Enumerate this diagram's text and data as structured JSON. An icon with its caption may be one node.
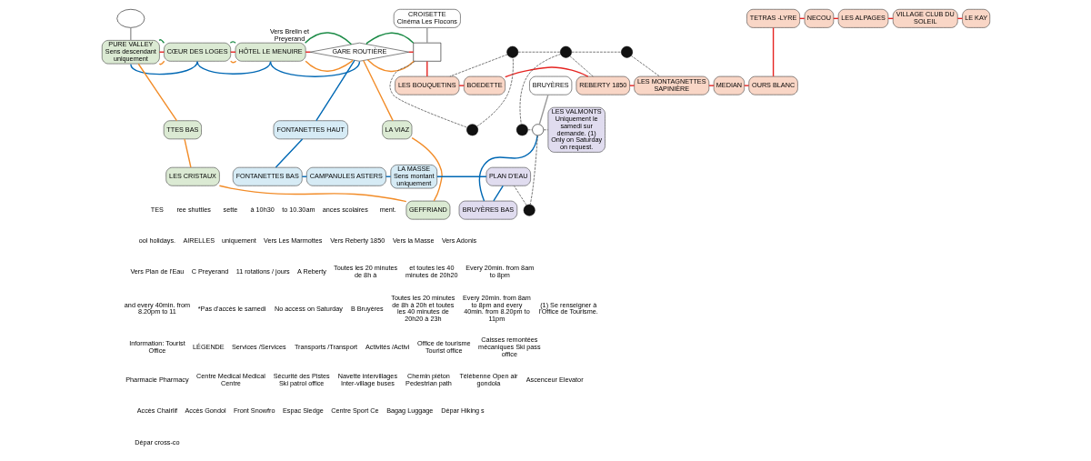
{
  "diagram": {
    "nodes": [
      {
        "text": [],
        "shape": "ellipse"
      },
      {
        "text": [
          "PURE VALLEY",
          "Sens descendant uniquement"
        ]
      },
      {
        "text": [
          "CŒUR DES LOGES"
        ]
      },
      {
        "text": [
          "HÔTEL LE MENUIRE"
        ]
      },
      {
        "text": [
          "CROISETTE",
          "Cinéma Les Flocons"
        ]
      },
      {
        "text": [
          "GARE ROUTIÈRE"
        ],
        "beside": [
          "Vers Brelin et Preyerand"
        ]
      },
      {
        "text": [],
        "shape": "box"
      },
      {
        "text": [
          "TTES BAS"
        ]
      },
      {
        "text": [
          "LES CRISTAUX"
        ]
      },
      {
        "text": [
          "GEFFRIAND"
        ]
      },
      {
        "text": [
          "LA VIAZ"
        ]
      },
      {
        "text": [
          "FONTANETTES HAUT"
        ]
      },
      {
        "text": [
          "FONTANETTES BAS"
        ]
      },
      {
        "text": [
          "CAMPANULES ASTERS"
        ]
      },
      {
        "text": [
          "LA MASSE",
          "Sens montant uniquement"
        ]
      },
      {
        "text": [
          "PLAN D'EAU"
        ]
      },
      {
        "text": [
          "BRUYÈRES BAS"
        ]
      },
      {
        "text": [
          "BRUYÈRES"
        ]
      },
      {
        "text": [],
        "shape": "circle"
      },
      {
        "text": [
          "LES VALMONTS",
          "Uniquement le samedi sur demande. (1)",
          "Only on Saturday on request."
        ]
      },
      {
        "text": [
          "LES BOUQUETINS"
        ]
      },
      {
        "text": [
          "BOEDETTE"
        ]
      },
      {
        "text": [
          "REBERTY 1850"
        ]
      },
      {
        "text": [
          "LES MONTAGNETTES SAPINIÈRE"
        ]
      },
      {
        "text": [
          "MEDIAN"
        ]
      },
      {
        "text": [
          "OURS BLANC"
        ]
      },
      {
        "text": [
          "TETRAS -LYRE"
        ]
      },
      {
        "text": [
          "NECOU"
        ]
      },
      {
        "text": [
          "LES ALPAGES"
        ]
      },
      {
        "text": [
          "VILLAGE CLUB DU SOLEIL"
        ]
      },
      {
        "text": [
          "LE KAY"
        ]
      },
      {
        "text": [],
        "shape": "circle"
      },
      {
        "text": [],
        "shape": "circle"
      },
      {
        "text": [],
        "shape": "circle"
      },
      {
        "text": [],
        "shape": "circle"
      },
      {
        "text": [],
        "shape": "circle"
      },
      {
        "text": [],
        "shape": "circle"
      }
    ],
    "edges": [
      {
        "from": 0,
        "to": 1,
        "arrow": "none",
        "color": "#999999"
      },
      {
        "from": 4,
        "to": 6,
        "arrow": "none",
        "color": "#999999"
      },
      {
        "from": 17,
        "to": 18,
        "arrow": "none",
        "color": "#999999"
      },
      {
        "from": 1,
        "to": 2,
        "arrow": "none",
        "color": "#1a8a45"
      },
      {
        "from": 2,
        "to": 3,
        "arrow": "none",
        "color": "#1a8a45"
      },
      {
        "from": 3,
        "to": 5,
        "arrow": "none",
        "color": "#1a8a45"
      },
      {
        "from": 5,
        "to": 6,
        "arrow": "none",
        "color": "#1a8a45"
      },
      {
        "from": 1,
        "to": 2,
        "arrow": "none",
        "color": "#e52421"
      },
      {
        "from": 2,
        "to": 3,
        "arrow": "none",
        "color": "#e52421"
      },
      {
        "from": 3,
        "to": 5,
        "arrow": "none",
        "color": "#e52421"
      },
      {
        "from": 5,
        "to": 6,
        "arrow": "none",
        "color": "#e52421"
      },
      {
        "from": 6,
        "to": 20,
        "arrow": "none",
        "color": "#e52421"
      },
      {
        "from": 20,
        "to": 21,
        "arrow": "none",
        "color": "#e52421"
      },
      {
        "from": 21,
        "to": 22,
        "arrow": "none",
        "color": "#e52421"
      },
      {
        "from": 22,
        "to": 23,
        "arrow": "none",
        "color": "#e52421"
      },
      {
        "from": 23,
        "to": 24,
        "arrow": "none",
        "color": "#e52421"
      },
      {
        "from": 24,
        "to": 25,
        "arrow": "none",
        "color": "#e52421"
      },
      {
        "from": 25,
        "to": 26,
        "arrow": "none",
        "color": "#e52421"
      },
      {
        "from": 26,
        "to": 27,
        "arrow": "none",
        "color": "#e52421"
      },
      {
        "from": 27,
        "to": 28,
        "arrow": "none",
        "color": "#e52421"
      },
      {
        "from": 28,
        "to": 29,
        "arrow": "none",
        "color": "#e52421"
      },
      {
        "from": 29,
        "to": 30,
        "arrow": "none",
        "color": "#e52421"
      },
      {
        "from": 1,
        "to": 2,
        "arrow": "none",
        "color": "#f28c28"
      },
      {
        "from": 2,
        "to": 3,
        "arrow": "none",
        "color": "#f28c28"
      },
      {
        "from": 3,
        "to": 5,
        "arrow": "none",
        "color": "#f28c28"
      },
      {
        "from": 5,
        "to": 6,
        "arrow": "none",
        "color": "#f28c28"
      },
      {
        "from": 1,
        "to": 7,
        "arrow": "none",
        "color": "#f28c28"
      },
      {
        "from": 7,
        "to": 8,
        "arrow": "none",
        "color": "#f28c28"
      },
      {
        "from": 8,
        "to": 9,
        "arrow": "none",
        "color": "#f28c28"
      },
      {
        "from": 9,
        "to": 10,
        "arrow": "none",
        "color": "#f28c28"
      },
      {
        "from": 10,
        "to": 5,
        "arrow": "none",
        "color": "#f28c28"
      },
      {
        "from": 1,
        "to": 2,
        "arrow": "none",
        "color": "#0068b4"
      },
      {
        "from": 2,
        "to": 3,
        "arrow": "none",
        "color": "#0068b4"
      },
      {
        "from": 3,
        "to": 5,
        "arrow": "none",
        "color": "#0068b4"
      },
      {
        "from": 5,
        "to": 11,
        "arrow": "none",
        "color": "#0068b4"
      },
      {
        "from": 11,
        "to": 12,
        "arrow": "none",
        "color": "#0068b4"
      },
      {
        "from": 12,
        "to": 13,
        "arrow": "none",
        "color": "#0068b4"
      },
      {
        "from": 13,
        "to": 14,
        "arrow": "none",
        "color": "#0068b4"
      },
      {
        "from": 14,
        "to": 15,
        "arrow": "none",
        "color": "#0068b4"
      },
      {
        "from": 15,
        "to": 16,
        "arrow": "none",
        "color": "#0068b4"
      },
      {
        "from": 16,
        "to": 18,
        "arrow": "none",
        "color": "#0068b4"
      },
      {
        "from": 18,
        "to": 19,
        "arrow": "none",
        "style": "dashed",
        "color": "#555555"
      },
      {
        "from": 6,
        "to": 31,
        "arrow": "none",
        "style": "dashed",
        "color": "#555555"
      },
      {
        "from": 31,
        "to": 32,
        "arrow": "none",
        "style": "dashed",
        "color": "#555555"
      },
      {
        "from": 32,
        "to": 20,
        "arrow": "none",
        "style": "dashed",
        "color": "#555555"
      },
      {
        "from": 32,
        "to": 33,
        "arrow": "none",
        "style": "dashed",
        "color": "#555555"
      },
      {
        "from": 33,
        "to": 22,
        "arrow": "none",
        "style": "dashed",
        "color": "#555555"
      },
      {
        "from": 33,
        "to": 34,
        "arrow": "none",
        "style": "dashed",
        "color": "#555555"
      },
      {
        "from": 34,
        "to": 23,
        "arrow": "none",
        "style": "dashed",
        "color": "#555555"
      },
      {
        "from": 33,
        "to": 35,
        "arrow": "none",
        "style": "dashed",
        "color": "#555555"
      },
      {
        "from": 35,
        "to": 18,
        "arrow": "none",
        "style": "dashed",
        "color": "#555555"
      },
      {
        "from": 18,
        "to": 36,
        "arrow": "none",
        "style": "dashed",
        "color": "#555555"
      },
      {
        "from": 36,
        "to": 15,
        "arrow": "none",
        "style": "dashed",
        "color": "#555555"
      }
    ],
    "labels": [
      "TES",
      "ree shuttles",
      "sette",
      "à 10h30",
      "to 10.30am",
      "ances scolaires",
      "ment.",
      "ool holidays.",
      "AIRELLES",
      "uniquement",
      "Vers Les Marmottes",
      "Vers Reberty 1850",
      "Vers la Masse",
      "Vers Adonis",
      "Vers Plan de l'Eau",
      "C Preyerand",
      "11 rotations / jours",
      "A Reberty",
      "Toutes les 20 minutes de 8h à",
      "et toutes les 40 minutes de 20h20",
      "Every 20min. from 8am to 8pm",
      "and every 40min. from 8.20pm to 11",
      "*Pas d'accès le samedi",
      "No access on Saturday",
      "B Bruyères",
      "Toutes les 20 minutes de 8h à 20h et toutes les 40 minutes de 20h20 à 23h",
      "Every 20min. from 8am to 8pm and every 40min. from 8.20pm to 11pm",
      "(1) Se renseigner à l'Office de Tourisme.",
      "Information: Tourist Office",
      "LÉGENDE",
      "Services /Services",
      "Transports /Transport",
      "Activités /Activi"
    ],
    "legend": [
      {
        "text": "Office de tourisme Tourist office"
      },
      {
        "text": "Caisses remontées mécaniques Ski pass office"
      },
      {
        "text": "Pharmacie Pharmacy"
      },
      {
        "text": "Centre Medical Medical Centre"
      },
      {
        "text": "Sécurité des Pistes Ski patrol office"
      },
      {
        "text": "Navette intervillages Inter-village buses"
      },
      {
        "text": "Chemin piéton Pedestrian path"
      },
      {
        "text": "Télébenne Open air gondola"
      },
      {
        "text": "Ascenceur Elevator"
      },
      {
        "text": "Accès Chairlif"
      },
      {
        "text": "Accès Gondol"
      },
      {
        "text": "Front Snowfro"
      },
      {
        "text": "Espac Sledge"
      },
      {
        "text": "Centre Sport Ce"
      },
      {
        "text": "Bagag Luggage"
      },
      {
        "text": "Dépar Hiking s"
      },
      {
        "text": "Dépar cross-co"
      }
    ]
  }
}
